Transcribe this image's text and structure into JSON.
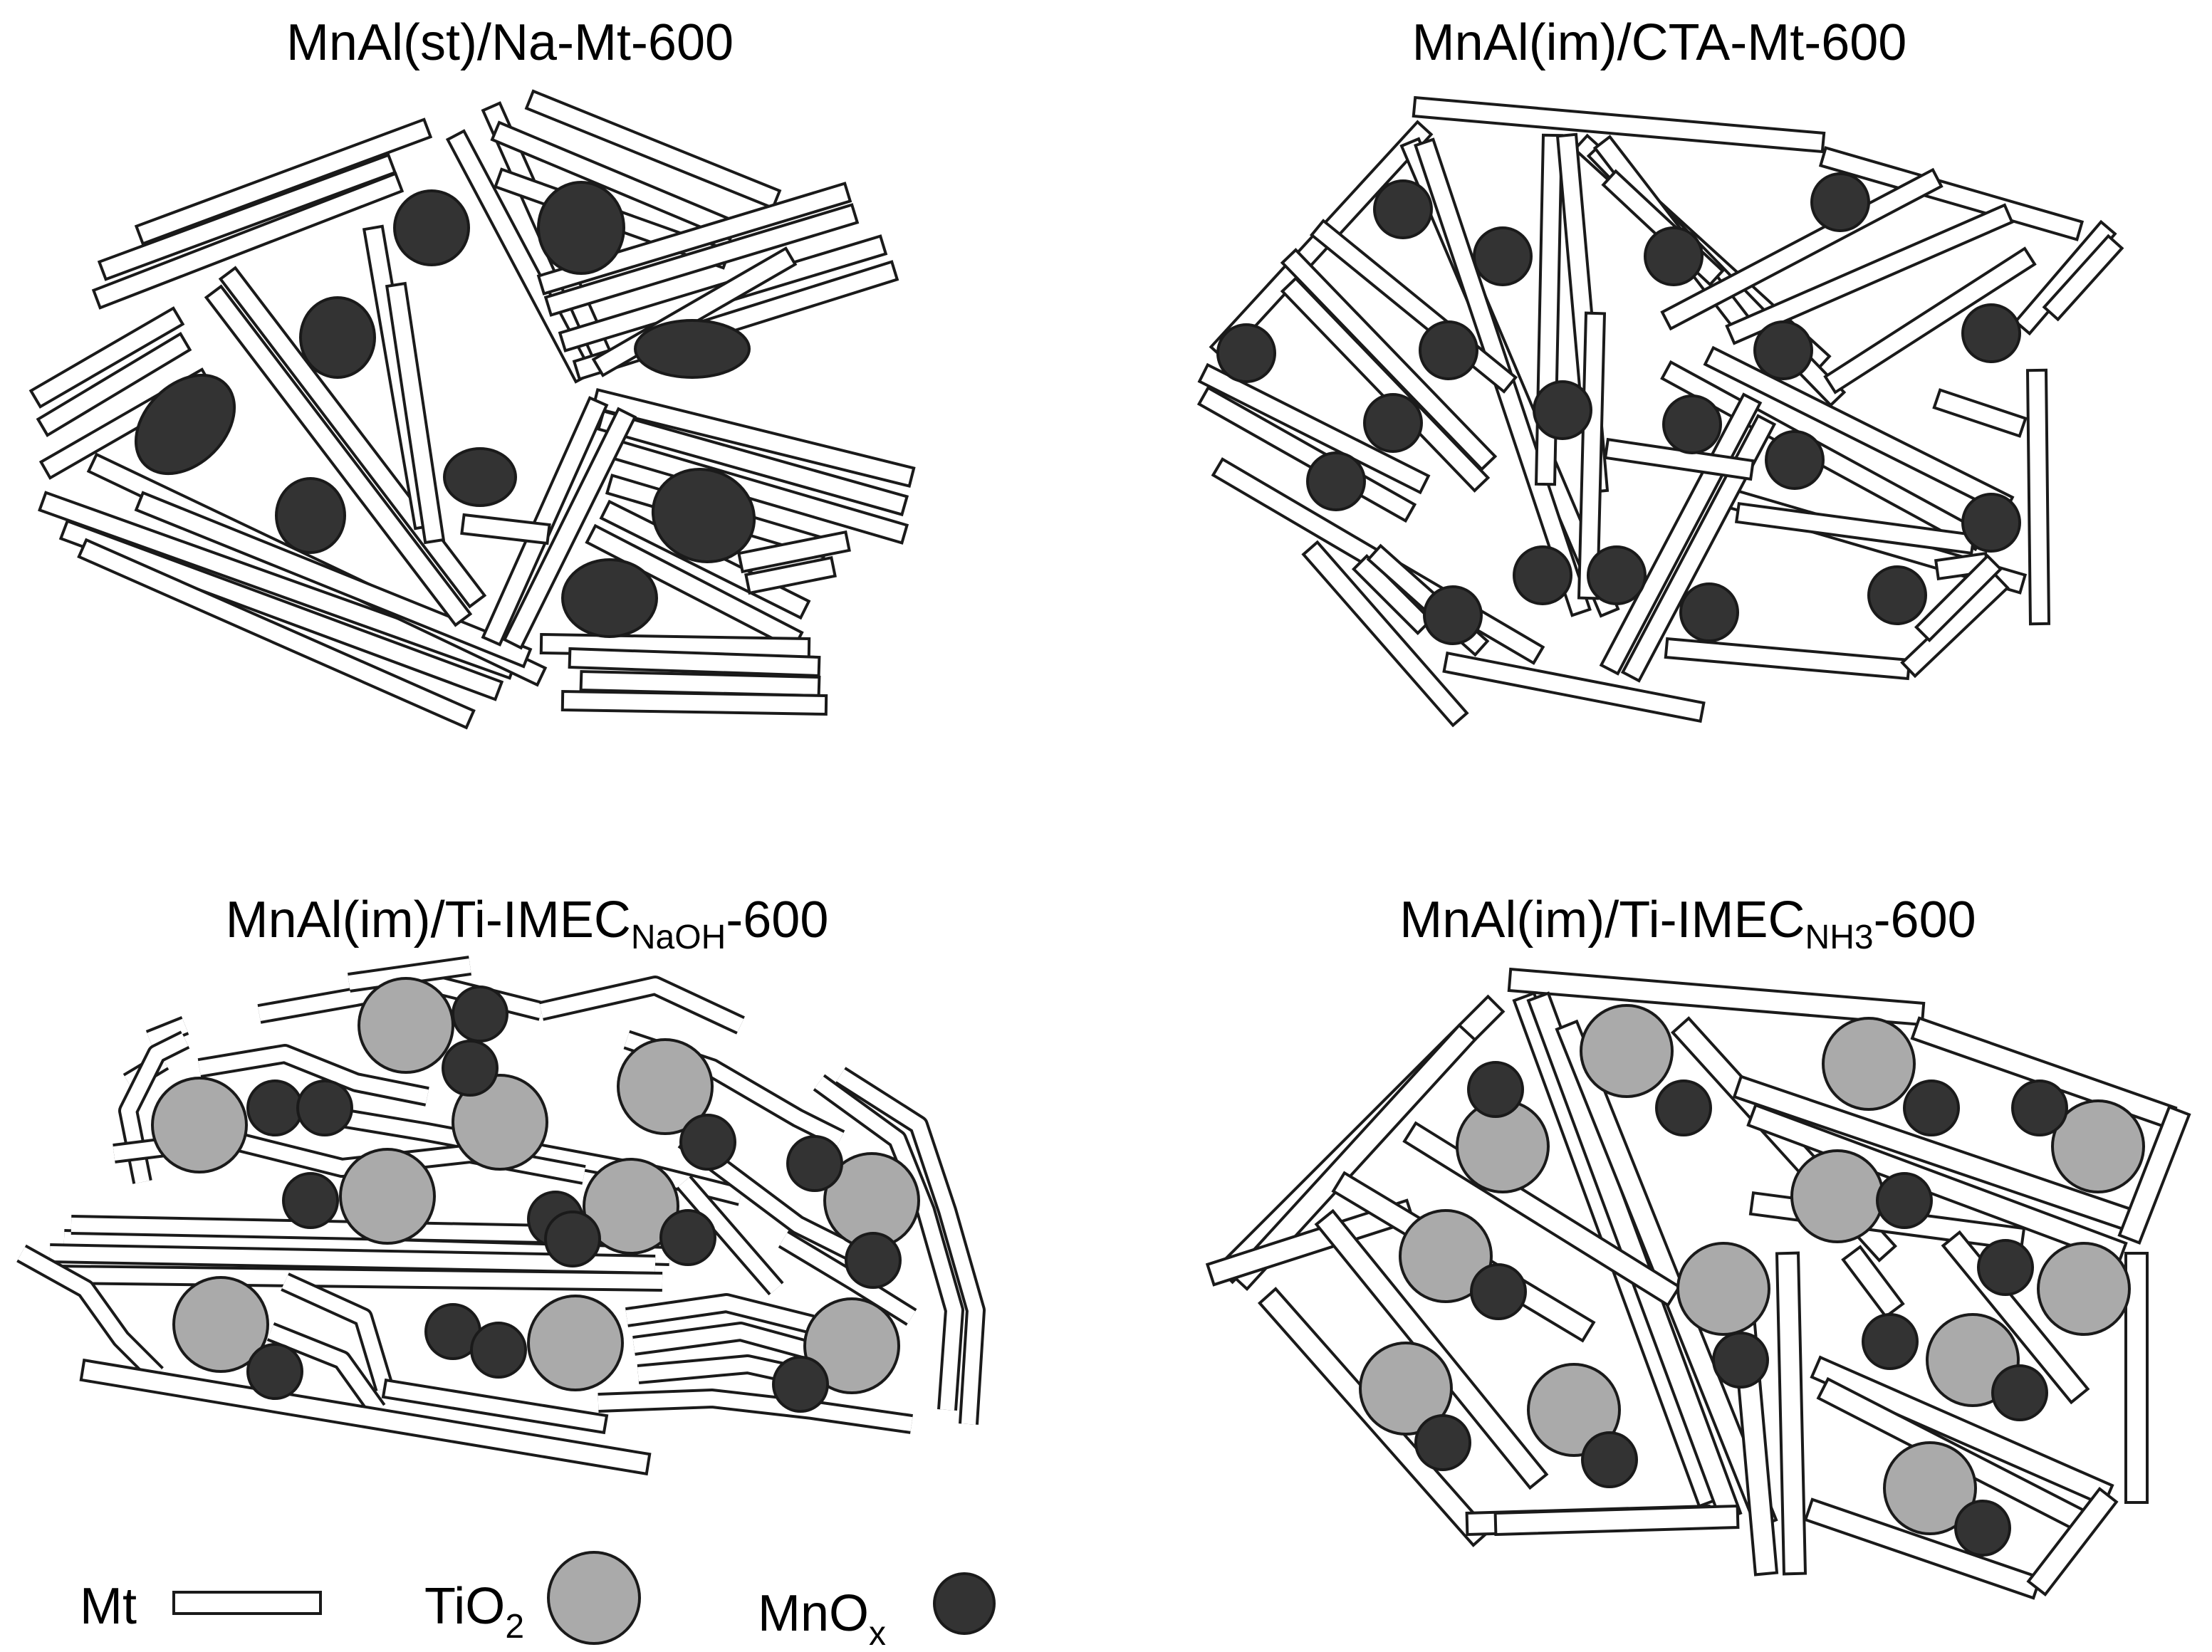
{
  "colors": {
    "mt_fill": "#ffffff",
    "outline": "#1a1a1a",
    "tio2": "#aaaaaa",
    "mnox": "#333333"
  },
  "panels": [
    {
      "id": "a",
      "title_main": "MnAl(st)/Na-Mt-600",
      "title_sub": "",
      "title_tail": ""
    },
    {
      "id": "b",
      "title_main": "MnAl(im)/CTA-Mt-600",
      "title_sub": "",
      "title_tail": ""
    },
    {
      "id": "c",
      "title_main": "MnAl(im)/Ti-IMEC",
      "title_sub": "NaOH",
      "title_tail": "-600"
    },
    {
      "id": "d",
      "title_main": "MnAl(im)/Ti-IMEC",
      "title_sub": "NH3",
      "title_tail": "-600"
    }
  ],
  "legend": {
    "mt_label": "Mt",
    "tio2_label": "TiO",
    "tio2_sub": "2",
    "mnox_label": "MnO",
    "mnox_sub": "x"
  }
}
